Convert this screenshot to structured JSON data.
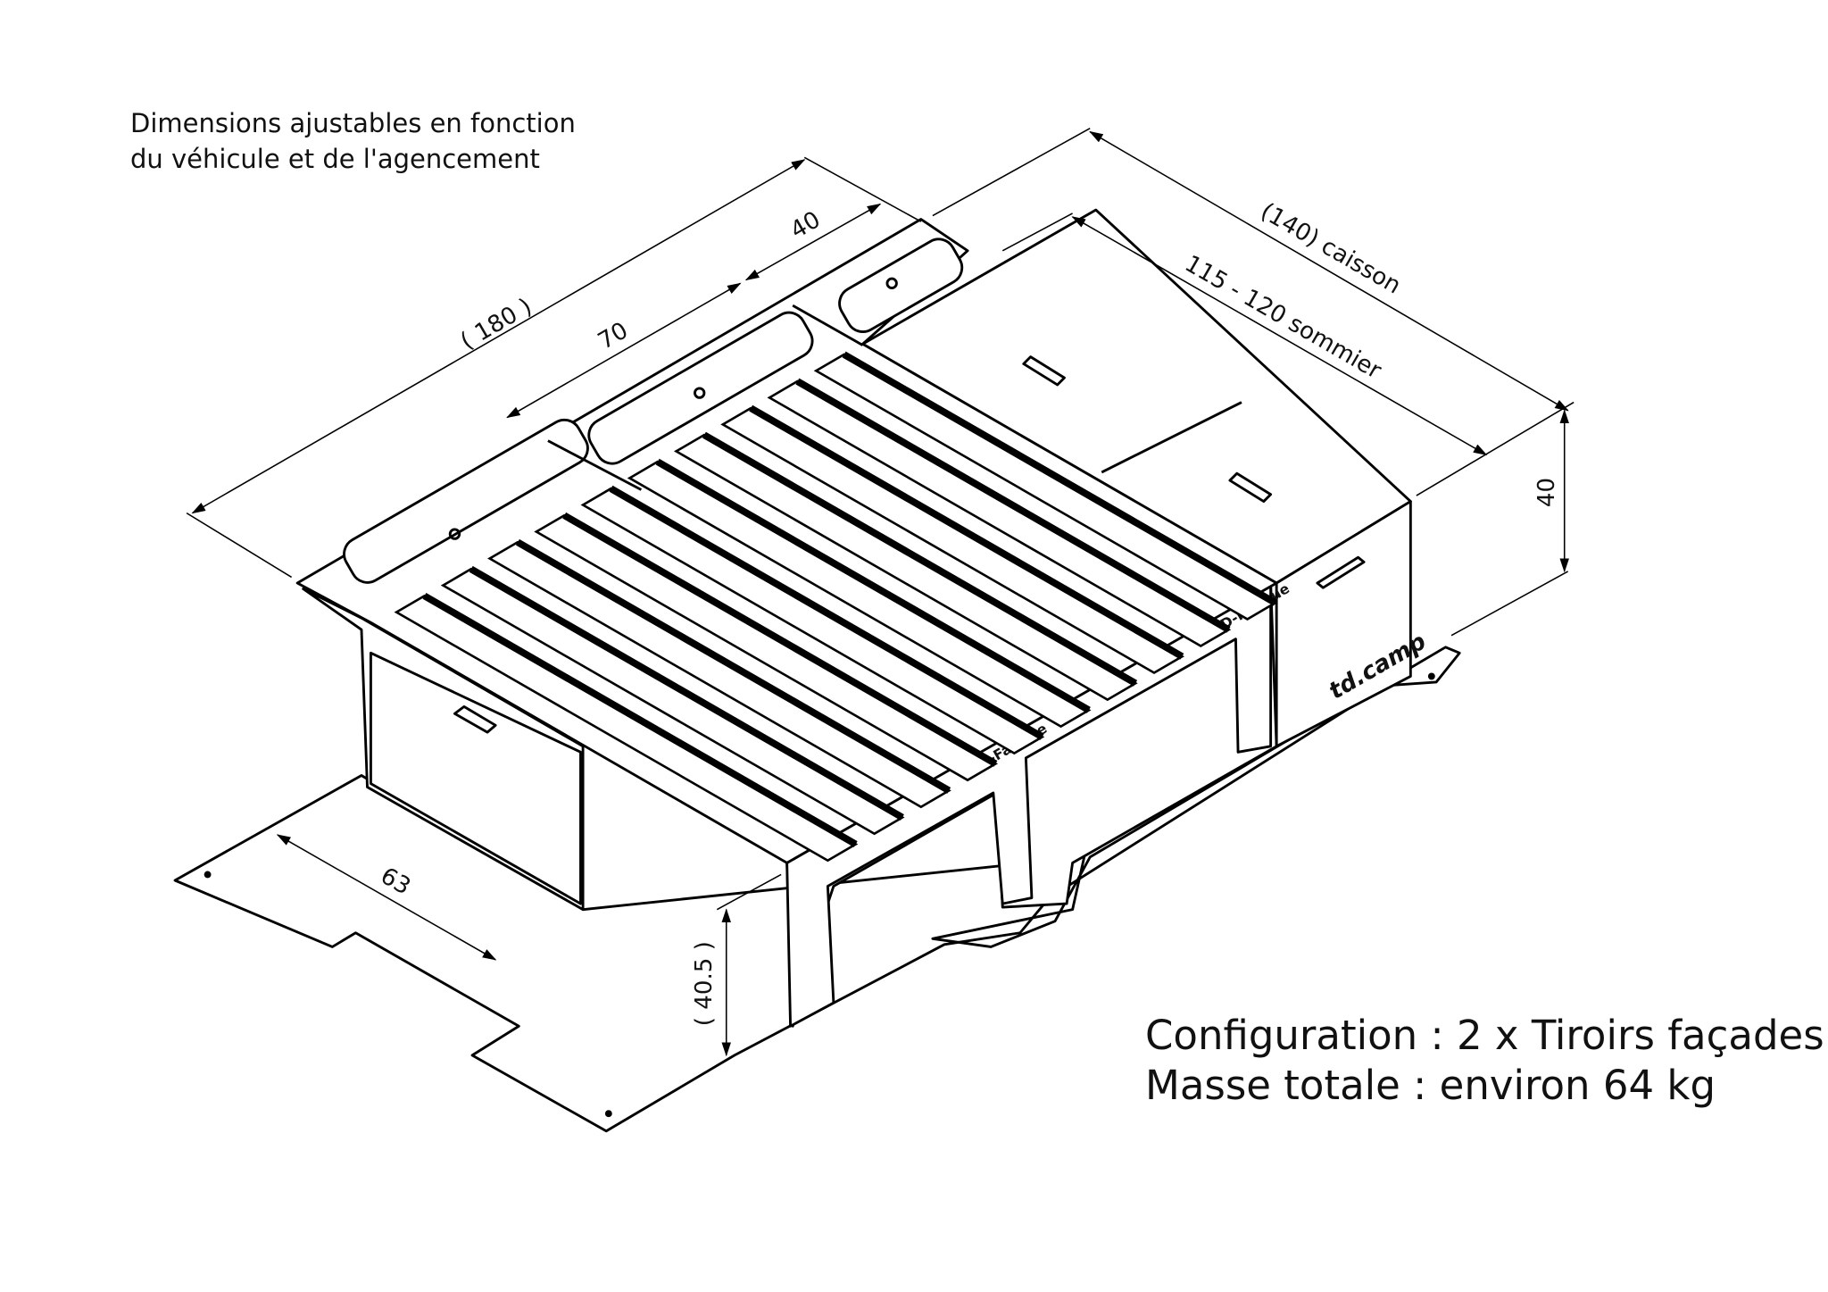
{
  "notes": {
    "adjustable_line1": "Dimensions ajustables en fonction",
    "adjustable_line2": "du véhicule et de l'agencement",
    "configuration": "Configuration : 2 x Tiroirs façades",
    "mass": "Masse totale  : environ 64 kg"
  },
  "dimensions": {
    "total_length": "( 180 )",
    "segment_70": "70",
    "segment_40": "40",
    "caisson": "(140) caisson",
    "sommier": "115 - 120 sommier",
    "height_caisson": "40",
    "floor_depth": "63",
    "height_front": "( 40.5 )"
  },
  "logos": {
    "brand": "td.camp",
    "panel_mark": "D-Fatigue"
  }
}
